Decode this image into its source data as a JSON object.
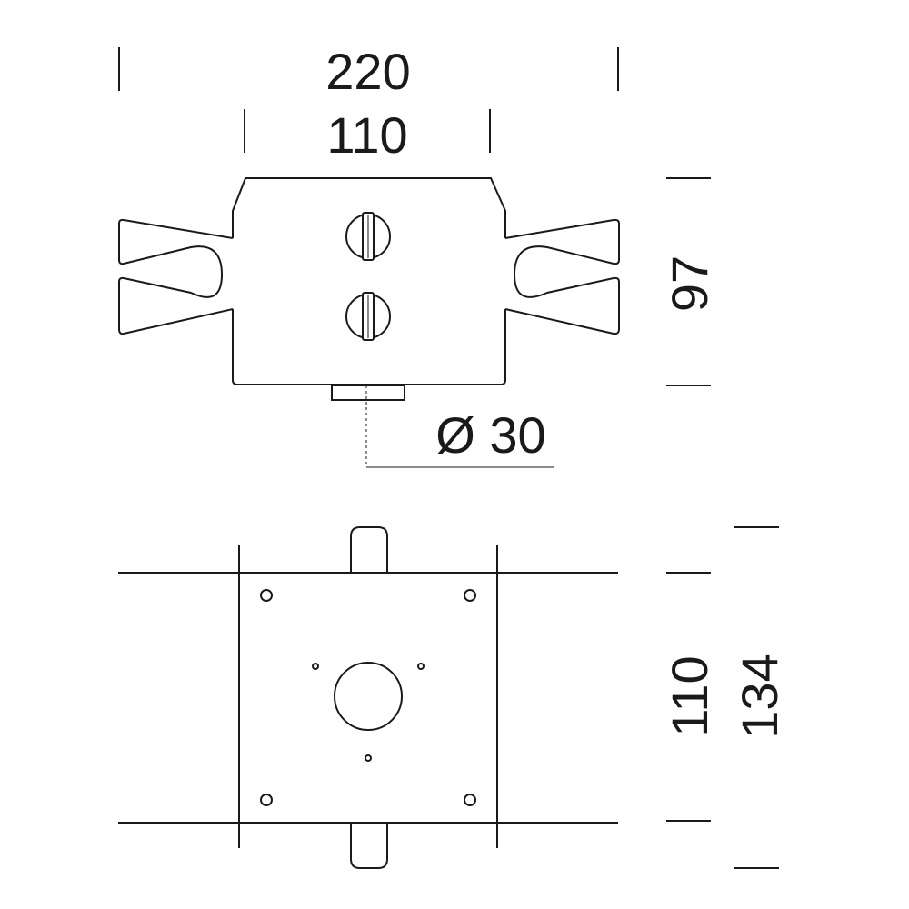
{
  "dimensions": {
    "top_width_outer": "220",
    "top_width_inner": "110",
    "top_height": "97",
    "pipe_diameter": "Ø 30",
    "plate_side_inner": "110",
    "plate_side_outer": "134"
  },
  "colors": {
    "line": "#1a1a1a",
    "background": "#ffffff"
  }
}
